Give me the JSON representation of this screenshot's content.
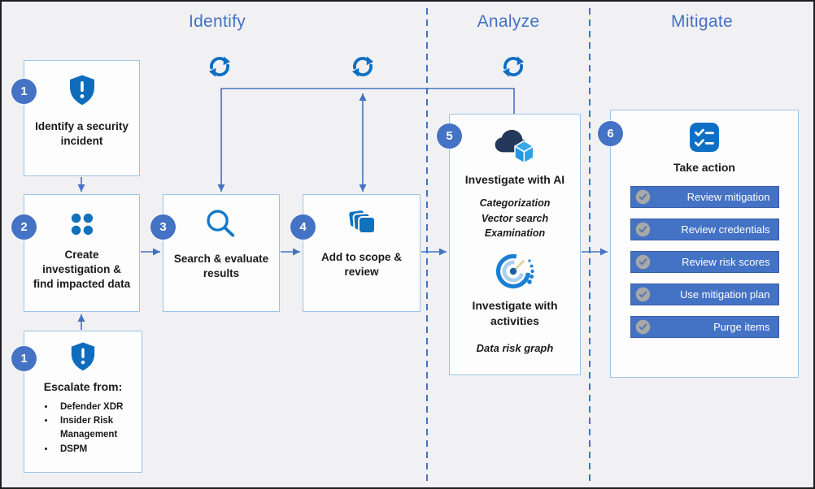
{
  "phases": [
    {
      "label": "Identify"
    },
    {
      "label": "Analyze"
    },
    {
      "label": "Mitigate"
    }
  ],
  "steps": {
    "identify_incident": {
      "number": "1",
      "title": "Identify a security incident",
      "icon": "shield-exclamation-icon"
    },
    "create_investigation": {
      "number": "2",
      "title": "Create investigation & find impacted data",
      "icon": "four-dots-icon"
    },
    "search_evaluate": {
      "number": "3",
      "title": "Search & evaluate results",
      "icon": "search-icon"
    },
    "add_scope": {
      "number": "4",
      "title": "Add to scope & review",
      "icon": "layers-icon"
    },
    "investigate": {
      "number": "5",
      "title": "Investigate with AI",
      "icon": "cloud-cube-icon",
      "ai_methods": [
        "Categorization",
        "Vector search",
        "Examination"
      ],
      "activities_title": "Investigate with activities",
      "activities_icon": "data-gauge-icon",
      "activities_method": "Data risk graph"
    },
    "take_action": {
      "number": "6",
      "title": "Take action",
      "icon": "checklist-icon",
      "actions": [
        "Review mitigation",
        "Review credentials",
        "Review risk scores",
        "Use mitigation plan",
        "Purge items"
      ]
    },
    "escalate": {
      "number": "1",
      "title": "Escalate from:",
      "icon": "shield-exclamation-icon",
      "sources": [
        "Defender XDR",
        "Insider Risk Management",
        "DSPM"
      ]
    }
  },
  "colors": {
    "accent": "#4472C4",
    "icon_blue": "#0F6CBD",
    "sync_blue": "#0E6FC4",
    "box_border": "#9DC3E6",
    "cloud_navy": "#24385B",
    "cube_blue": "#2F9FE6",
    "button_blue": "#4472C4"
  }
}
